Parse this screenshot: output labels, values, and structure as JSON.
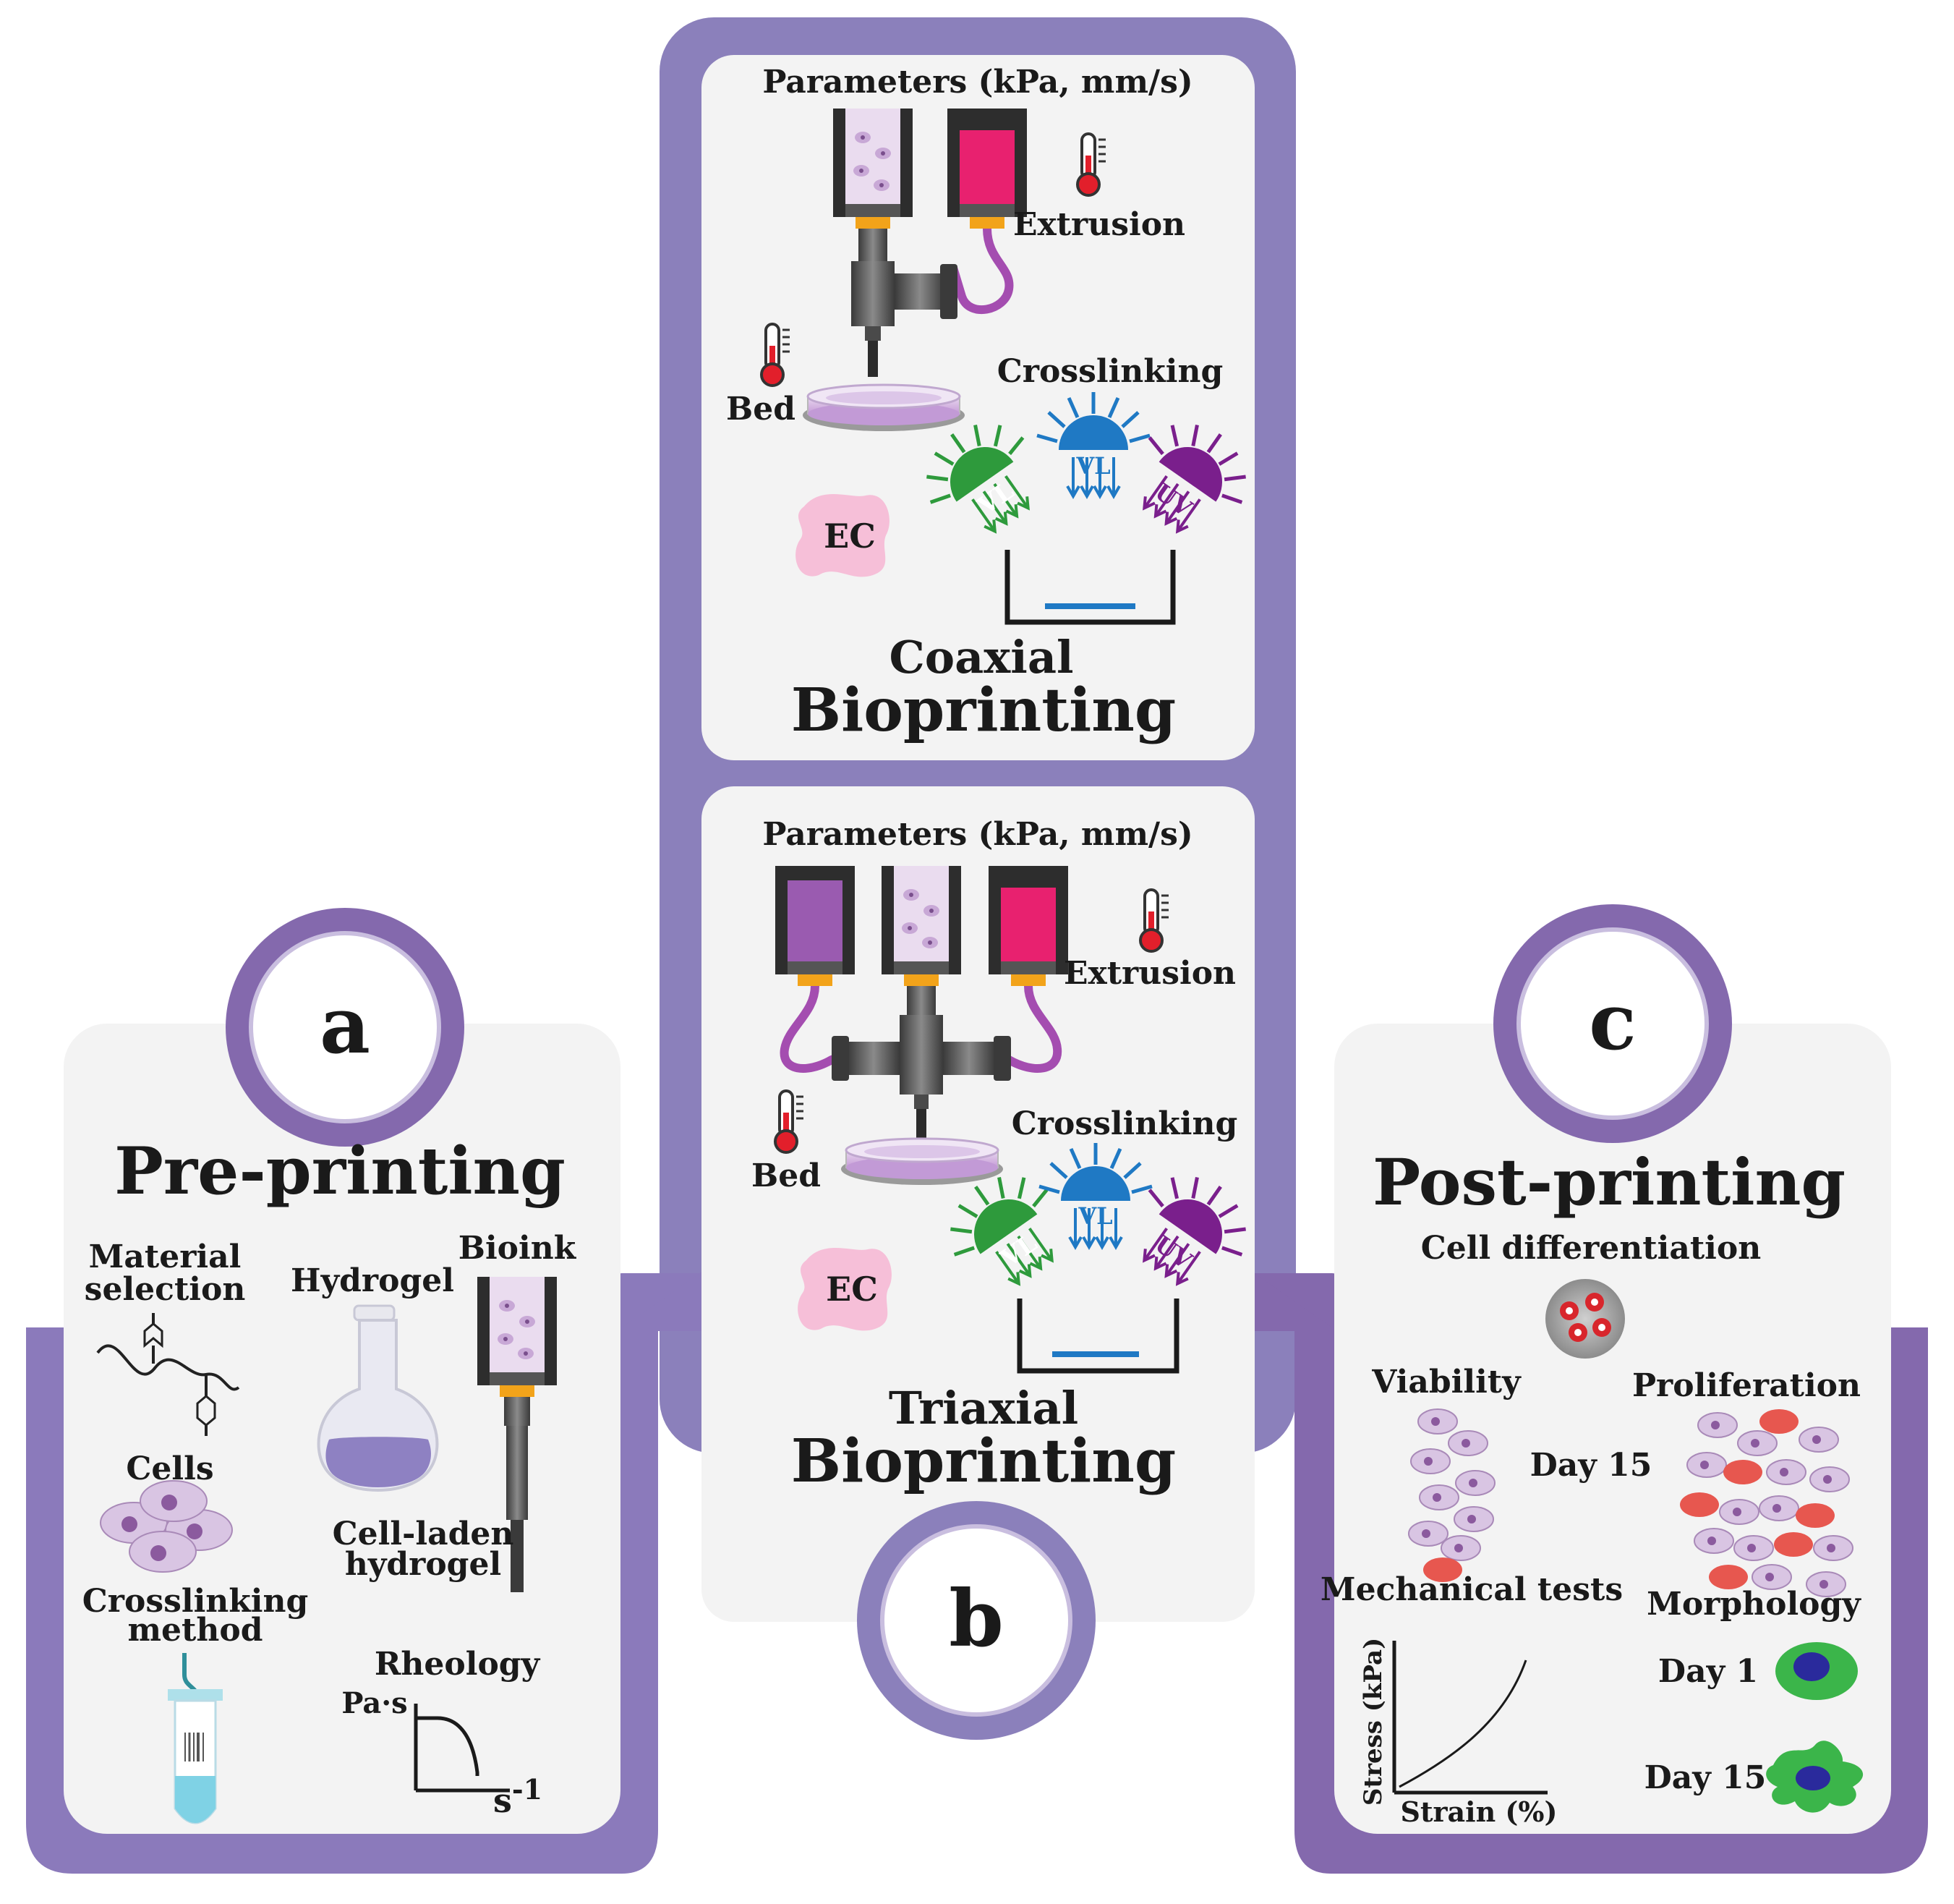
{
  "colors": {
    "frame": "#8b80bb",
    "frame_dark": "#7f6cab",
    "panel": "#f3f3f3",
    "badge_ring": "#8469ad",
    "green": "#2e9a3c",
    "blue": "#1f79c4",
    "purple": "#7a1f8c",
    "pink": "#e8216f",
    "ink_purple": "#a44db0",
    "cell_light": "#d9c5e3",
    "cell_nucleus": "#8b5a9e",
    "cell_red": "#e7574f",
    "cell_green": "#3bb54a",
    "cell_blue": "#2a2a9c"
  },
  "panel_a": {
    "badge": "a",
    "title": "Pre-printing",
    "material_selection_1": "Material",
    "material_selection_2": "selection",
    "hydrogel": "Hydrogel",
    "bioink": "Bioink",
    "cells": "Cells",
    "cell_laden_1": "Cell-laden",
    "cell_laden_2": "hydrogel",
    "crosslinking_method_1": "Crosslinking",
    "crosslinking_method_2": "method",
    "rheology": "Rheology",
    "rheology_y": "Pa·s",
    "rheology_x": "s",
    "rheology_x_exp": "-1"
  },
  "panel_b": {
    "badge": "b",
    "coaxial": {
      "parameters": "Parameters (kPa, mm/s)",
      "extrusion": "Extrusion",
      "bed": "Bed",
      "crosslinking": "Crosslinking",
      "ec": "EC",
      "vl_green": "VL",
      "vl_blue": "VL",
      "uv": "UV",
      "title_1": "Coaxial",
      "title_2": "Bioprinting"
    },
    "triaxial": {
      "parameters": "Parameters (kPa, mm/s)",
      "extrusion": "Extrusion",
      "bed": "Bed",
      "crosslinking": "Crosslinking",
      "ec": "EC",
      "vl_green": "VL",
      "vl_blue": "VL",
      "uv": "UV",
      "title_1": "Triaxial",
      "title_2": "Bioprinting"
    }
  },
  "panel_c": {
    "badge": "c",
    "title": "Post-printing",
    "cell_differentiation": "Cell differentiation",
    "viability": "Viability",
    "proliferation": "Proliferation",
    "day15_center": "Day 15",
    "mechanical_tests": "Mechanical tests",
    "stress_axis": "Stress (kPa)",
    "strain_axis": "Strain (%)",
    "morphology": "Morphology",
    "morph_day1": "Day 1",
    "morph_day15": "Day 15"
  }
}
